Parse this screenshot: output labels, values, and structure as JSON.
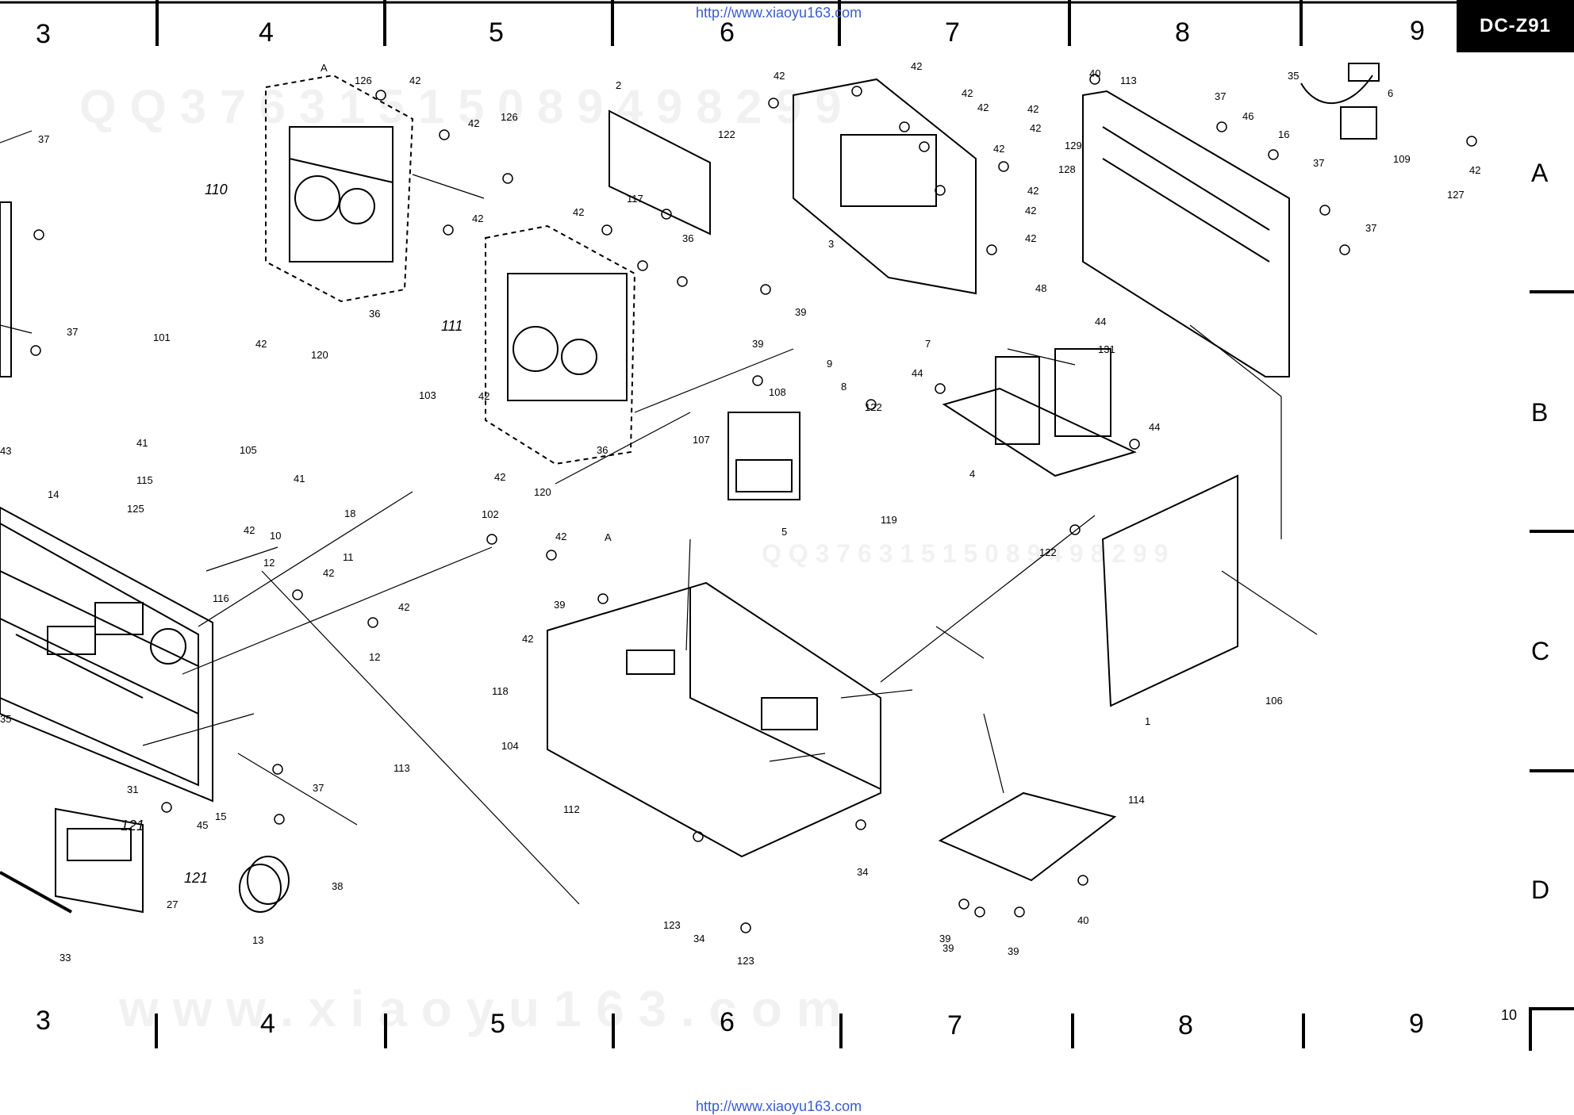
{
  "header": {
    "url_top": "http://www.xiaoyu163.com",
    "model_badge": "DC-Z91"
  },
  "footer": {
    "url_bottom": "http://www.xiaoyu163.com",
    "page_number": "10"
  },
  "grid": {
    "columns": [
      "3",
      "4",
      "5",
      "6",
      "7",
      "8",
      "9"
    ],
    "rows": [
      "A",
      "B",
      "C",
      "D"
    ]
  },
  "watermarks": {
    "top": "Q Q 3 7 6 3 1 5 1 5 0 8 9 4 9 8 2 9 9",
    "mid": "Q Q 3 7 6 3 1 5 1 5 0 8 9 4 9 8 2 9 9",
    "bottom": "w w w . x i a o y u 1 6 3 . c o m"
  },
  "diagram": {
    "handwritten": [
      "110",
      "111",
      "121",
      "121"
    ],
    "part_labels": [
      "A",
      "126",
      "42",
      "42",
      "42",
      "37",
      "37",
      "43",
      "14",
      "36",
      "120",
      "101",
      "42",
      "41",
      "105",
      "115",
      "41",
      "125",
      "42",
      "10",
      "11",
      "116",
      "12",
      "42",
      "42",
      "12",
      "35",
      "31",
      "45",
      "15",
      "27",
      "33",
      "13",
      "38",
      "37",
      "126",
      "2",
      "42",
      "122",
      "117",
      "36",
      "39",
      "36",
      "120",
      "103",
      "42",
      "42",
      "18",
      "102",
      "42",
      "A",
      "39",
      "42",
      "118",
      "104",
      "113",
      "112",
      "123",
      "34",
      "123",
      "34",
      "39",
      "9",
      "108",
      "8",
      "122",
      "107",
      "5",
      "119",
      "42",
      "42",
      "42",
      "42",
      "42",
      "3",
      "42",
      "42",
      "42",
      "40",
      "128",
      "129",
      "42",
      "42",
      "113",
      "37",
      "46",
      "16",
      "35",
      "6",
      "37",
      "109",
      "42",
      "127",
      "37",
      "48",
      "44",
      "131",
      "7",
      "44",
      "44",
      "4",
      "122",
      "106",
      "1",
      "114",
      "39",
      "39",
      "40",
      "39"
    ]
  },
  "colors": {
    "ink": "#000000",
    "url": "#3a5bd0"
  }
}
